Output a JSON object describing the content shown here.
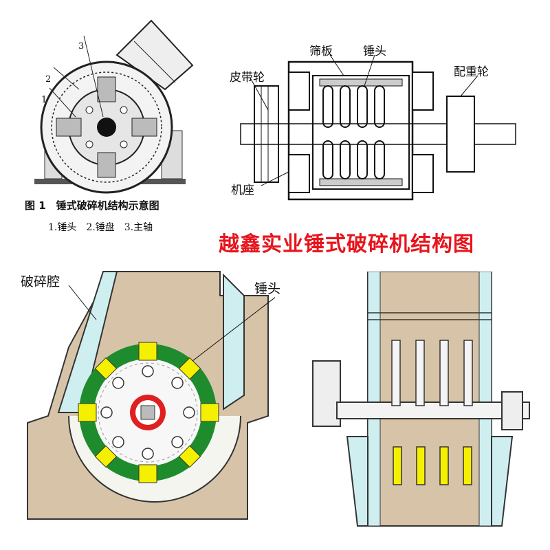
{
  "fig1": {
    "caption": "图 1　锤式破碎机结构示意图",
    "legend": "1.锤头　2.锤盘　3.主轴",
    "callouts": [
      "1",
      "2",
      "3"
    ]
  },
  "topright": {
    "labels": {
      "belt_wheel": "皮带轮",
      "screen_plate": "筛板",
      "hammer": "锤头",
      "counterweight_wheel": "配重轮",
      "machine_base": "机座"
    }
  },
  "banner": "越鑫实业锤式破碎机结构图",
  "bottomleft": {
    "labels": {
      "crushing_chamber": "破碎腔",
      "hammer": "锤头"
    }
  },
  "colors": {
    "banner_red": "#e8141c",
    "housing_tan": "#d7c4a8",
    "casing_cyan": "#cfeef0",
    "rotor_green": "#1e8c2c",
    "hammer_yellow": "#f5f000",
    "shaft_red": "#e02020"
  }
}
